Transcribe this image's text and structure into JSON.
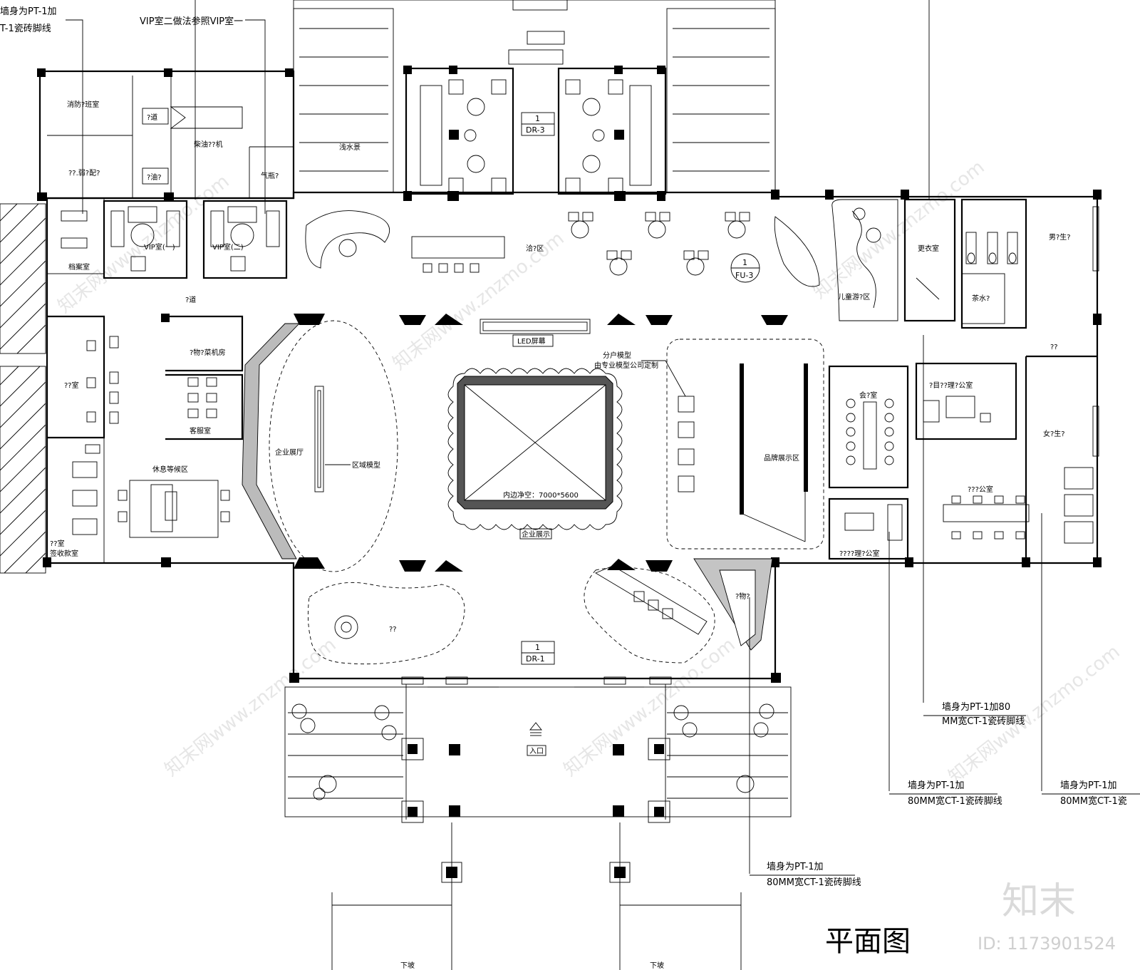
{
  "title": "平面图",
  "watermark": {
    "brand": "知末",
    "id_text": "ID: 1173901524",
    "repeat_text": "知末网www.znzmo.com"
  },
  "notes": {
    "top_left_1": "墙身为PT-1加",
    "top_left_2": "T-1瓷砖脚线",
    "vip_note": "VIP室二做法参照VIP室一",
    "n1_line1": "墙身为PT-1加80",
    "n1_line2": "MM宽CT-1瓷砖脚线",
    "n2_line1": "墙身为PT-1加",
    "n2_line2": "80MM宽CT-1瓷砖脚线",
    "n3_line1": "墙身为PT-1加",
    "n3_line2": "80MM宽CT-1瓷",
    "n4_line1": "墙身为PT-1加",
    "n4_line2": "80MM宽CT-1瓷砖脚线",
    "model_1": "分户模型",
    "model_2": "由专业模型公司定制"
  },
  "rooms": {
    "fire": "消防?班室",
    "pass1": "?道",
    "diesel": "柴油??机",
    "oil": "?油?",
    "gas": "气瓶?",
    "power": "??.弱?配?",
    "archive": "档案室",
    "vip1": "VIP室(一)",
    "vip2": "VIP室(二)",
    "pass2": "?道",
    "property": "?物?菜机房",
    "guest": "客服室",
    "rest": "休息等候区",
    "corp_hall": "企业展厅",
    "region_model": "区域模型",
    "office_a": "??室",
    "finance": "??室",
    "finance2": "签收款室",
    "discuss": "洽?区",
    "led": "LED屏幕",
    "model_size": "内边净空：7000*5600",
    "corp_show": "企业展示",
    "waterscape": "浅水景",
    "kids": "儿童游?区",
    "change": "更衣室",
    "male_wc": "男?生?",
    "tea": "茶水?",
    "corridor": "??",
    "project_office": "?目??理?公室",
    "meeting": "会?室",
    "brand": "品牌展示区",
    "manager": "????理?公室",
    "open_office": "???公室",
    "female_wc": "女?生?",
    "property2": "?物?",
    "pond": "??",
    "entry": "入口",
    "down1": "下坡",
    "down2": "下坡"
  },
  "tags": {
    "dr3_num": "1",
    "dr3_code": "DR-3",
    "fu3_num": "1",
    "fu3_code": "FU-3",
    "dr1_num": "1",
    "dr1_code": "DR-1"
  }
}
